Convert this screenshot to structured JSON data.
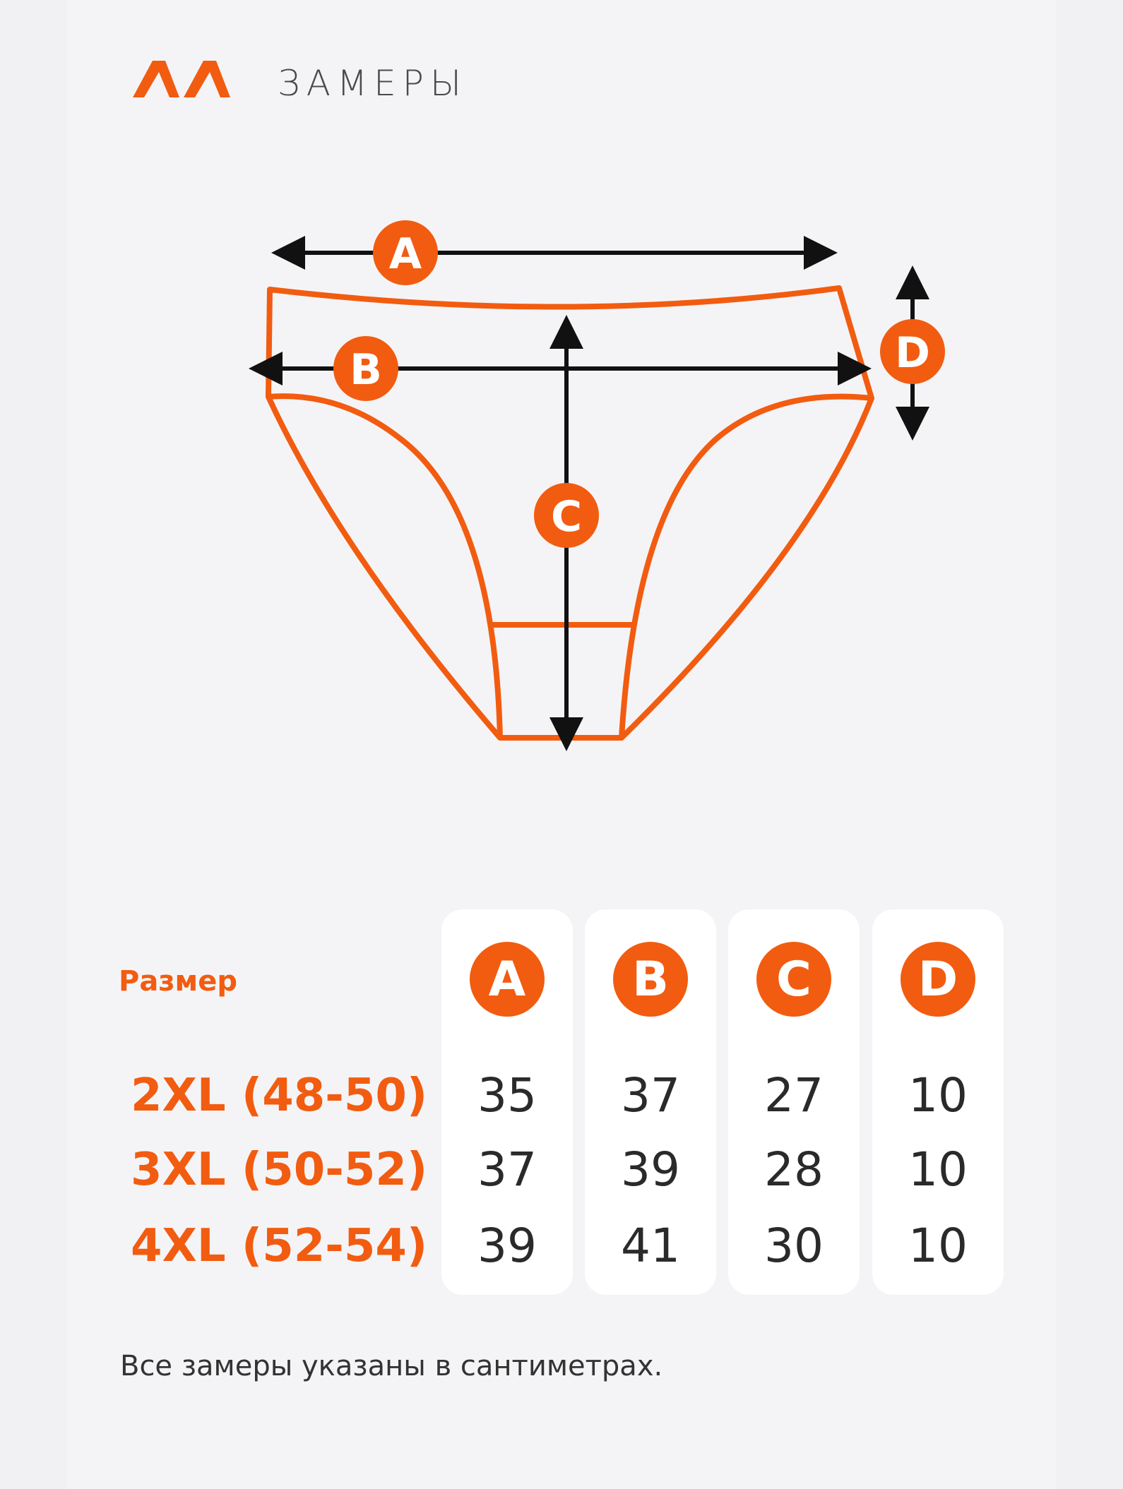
{
  "header": {
    "title": "ЗАМЕРЫ",
    "logo_icon": "brand-chevrons-logo"
  },
  "diagram": {
    "labels": {
      "a": "A",
      "b": "B",
      "c": "C",
      "d": "D"
    }
  },
  "table": {
    "size_header": "Размер",
    "columns": [
      "A",
      "B",
      "C",
      "D"
    ],
    "rows": [
      {
        "size": "2XL (48-50)",
        "values": [
          "35",
          "37",
          "27",
          "10"
        ]
      },
      {
        "size": "3XL (50-52)",
        "values": [
          "37",
          "39",
          "28",
          "10"
        ]
      },
      {
        "size": "4XL (52-54)",
        "values": [
          "39",
          "41",
          "30",
          "10"
        ]
      }
    ]
  },
  "footnote": "Все замеры указаны в сантиметрах.",
  "colors": {
    "accent": "#f25c10",
    "text": "#2a2a2a",
    "background": "#f4f4f6"
  }
}
